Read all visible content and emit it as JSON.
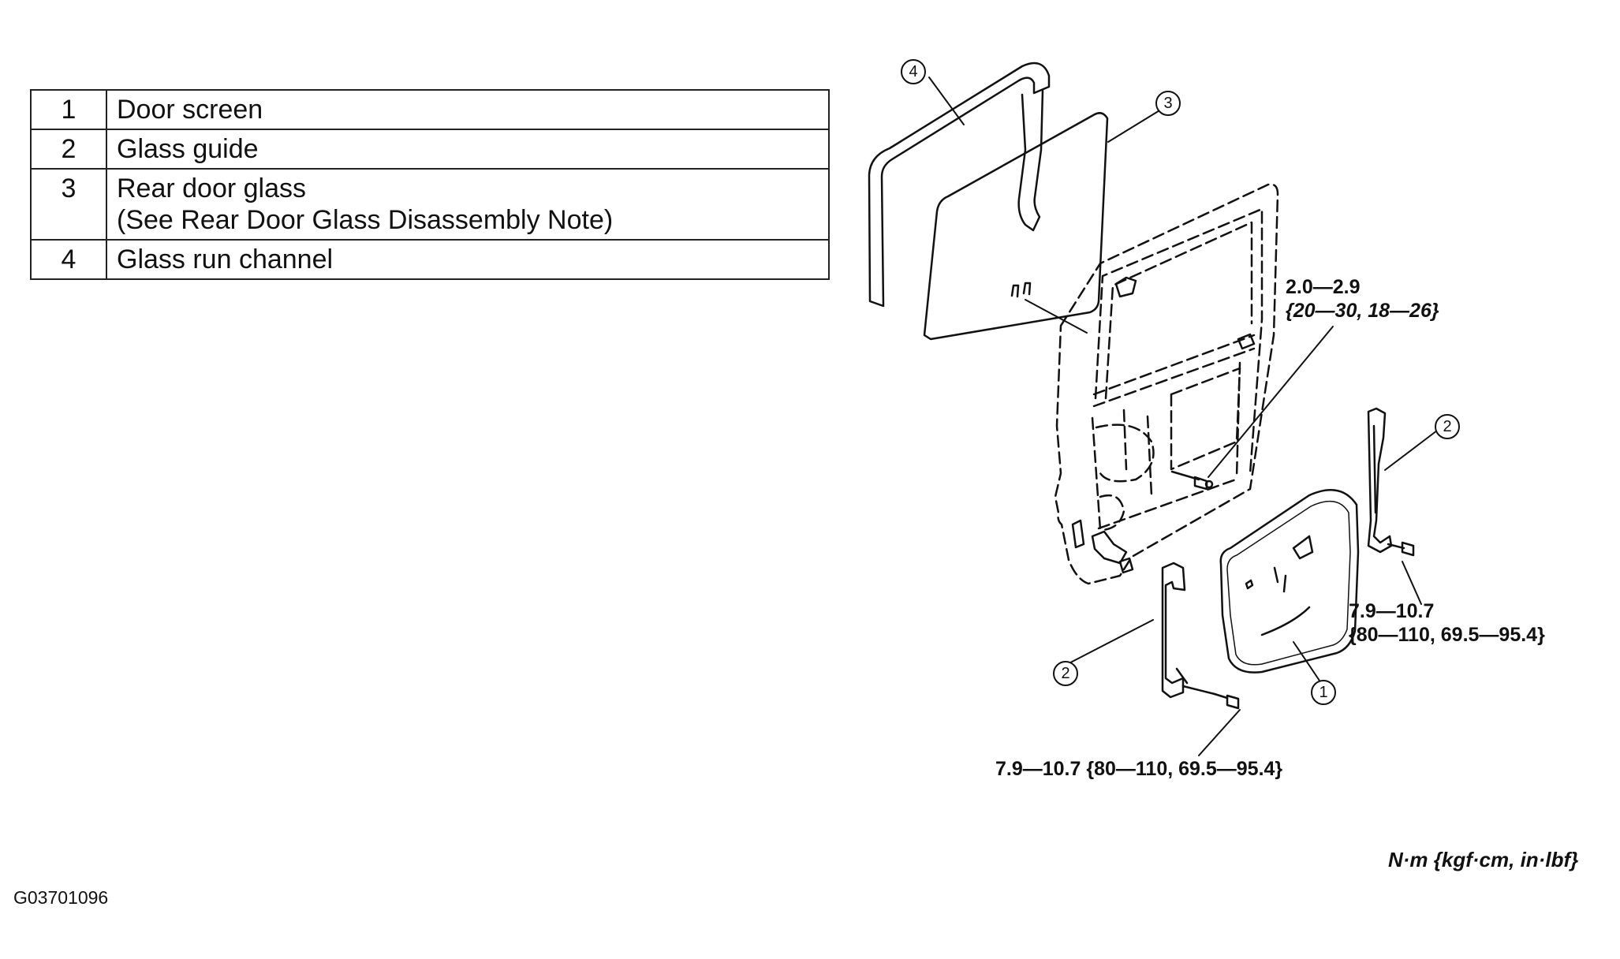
{
  "parts": [
    {
      "num": "1",
      "name": "Door screen",
      "note": ""
    },
    {
      "num": "2",
      "name": "Glass guide",
      "note": ""
    },
    {
      "num": "3",
      "name": "Rear door glass",
      "note": "(See Rear Door Glass Disassembly Note)"
    },
    {
      "num": "4",
      "name": "Glass run channel",
      "note": ""
    }
  ],
  "callouts": {
    "glass_run_channel": "4",
    "rear_door_glass": "3",
    "glass_guide_right": "2",
    "glass_guide_left": "2",
    "door_screen": "1"
  },
  "torque": {
    "upper_line1": "2.0—2.9",
    "upper_line2": "{20—30, 18—26}",
    "right_line1": "7.9—10.7",
    "right_line2": "{80—110, 69.5—95.4}",
    "bottom": "7.9—10.7 {80—110, 69.5—95.4}"
  },
  "units": "N·m {kgf·cm, in·lbf}",
  "figure_code": "G03701096"
}
